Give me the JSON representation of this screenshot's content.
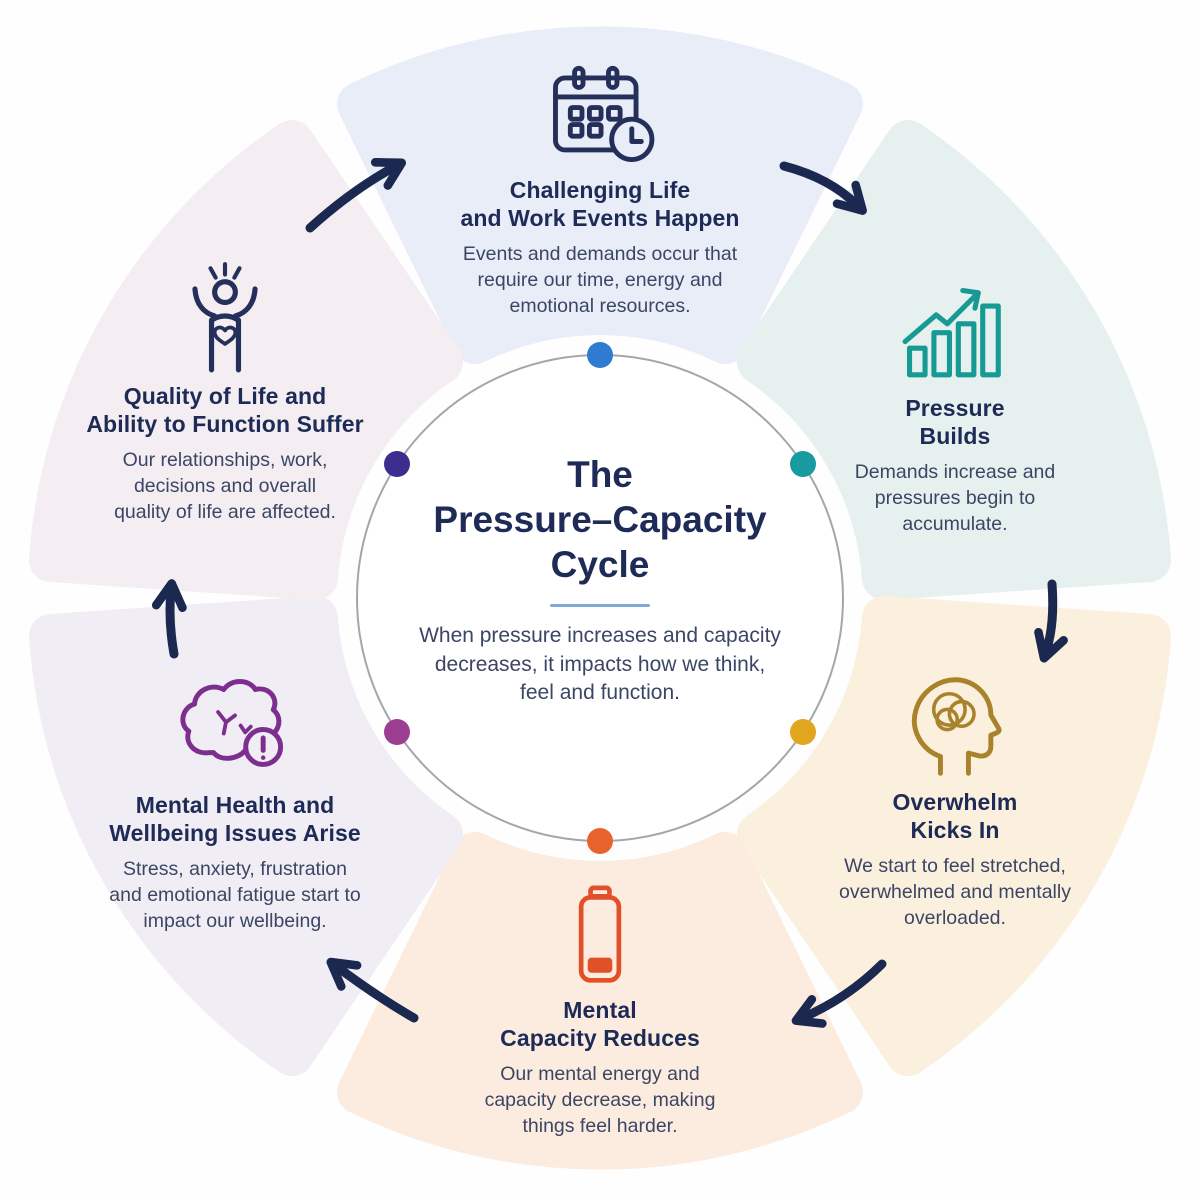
{
  "center": {
    "title_line1": "The",
    "title_line2": "Pressure–Capacity",
    "title_line3": "Cycle",
    "description": "When pressure increases and capacity decreases, it impacts how we think, feel and function.",
    "title_color": "#1d2b56",
    "divider_color": "#7ea9d8",
    "ring_color": "#a3a6ab"
  },
  "arrow_color": "#1b2850",
  "heading_color": "#1d2b56",
  "body_text_color": "#3b4665",
  "sections": [
    {
      "id": "challenging-life-events",
      "heading_line1": "Challenging Life",
      "heading_line2": "and Work Events Happen",
      "body": "Events and demands occur that require our time, energy and emotional resources.",
      "icon": "calendar-clock-icon",
      "accent": "#25305a",
      "bg": "#e9edf8",
      "dot": "#2f7bd0"
    },
    {
      "id": "pressure-builds",
      "heading_line1": "Pressure",
      "heading_line2": "Builds",
      "body": "Demands increase and pressures begin to accumulate.",
      "icon": "rising-bar-chart-icon",
      "accent": "#179a93",
      "bg": "#e6f0ef",
      "dot": "#189b9f"
    },
    {
      "id": "overwhelm-kicks-in",
      "heading_line1": "Overwhelm",
      "heading_line2": "Kicks In",
      "body": "We start to feel stretched, overwhelmed and mentally overloaded.",
      "icon": "tangled-mind-head-icon",
      "accent": "#a8832b",
      "bg": "#fbf0dd",
      "dot": "#e2a51e"
    },
    {
      "id": "mental-capacity-reduces",
      "heading_line1": "Mental",
      "heading_line2": "Capacity Reduces",
      "body": "Our mental energy and capacity decrease, making things feel harder.",
      "icon": "low-battery-icon",
      "accent": "#e0512a",
      "bg": "#fcecdf",
      "dot": "#e8622b"
    },
    {
      "id": "mental-health-issues-arise",
      "heading_line1": "Mental Health and",
      "heading_line2": "Wellbeing Issues Arise",
      "body": "Stress, anxiety, frustration and emotional fatigue start to impact our wellbeing.",
      "icon": "brain-alert-icon",
      "accent": "#7c2f8e",
      "bg": "#f1edf4",
      "dot": "#9c3e92"
    },
    {
      "id": "quality-of-life-suffers",
      "heading_line1": "Quality of Life and",
      "heading_line2": "Ability to Function Suffer",
      "body": "Our relationships, work, decisions and overall quality of life are affected.",
      "icon": "person-arms-raised-heart-icon",
      "accent": "#25305a",
      "bg": "#f4eef3",
      "dot": "#3b2e8f"
    }
  ]
}
